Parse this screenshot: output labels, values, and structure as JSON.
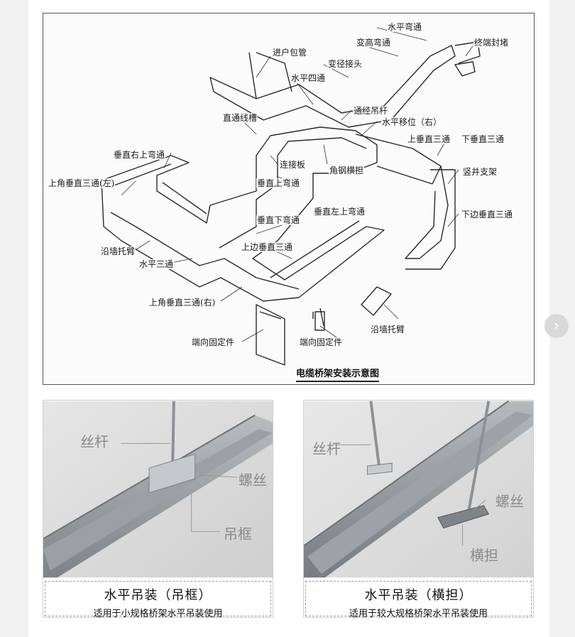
{
  "diagram": {
    "caption": "电缆桥架安装示意图",
    "labels": {
      "shuiping_wantong": "水平弯通",
      "biangao_wantong": "变高弯通",
      "zhongduan_fengdu": "终端封堵",
      "jinhu_baoguan": "进户包管",
      "bianjing_jietou": "变径接头",
      "shuiping_sitong": "水平四通",
      "tongjing_diaogan": "通经吊杆",
      "shuiping_yiwei": "水平移位（右）",
      "zhitong_xiancao": "直通线槽",
      "shangchuizhi_santong": "上垂直三通",
      "xiachuizhi_santong": "下垂直三通",
      "chuizhi_you_shangwantong": "垂直右上弯通",
      "lianjieban": "连接板",
      "jiaogang_hengdan": "角钢横担",
      "shujing_zhijia": "竖井支架",
      "shangjiao_zuo": "上角垂直三通(左)",
      "chuizhi_shangwantong": "垂直上弯通",
      "xiabian_chuizhi_santong": "下边垂直三通",
      "chuizhi_zuo_shangwantong": "垂直左上弯通",
      "chuizhi_xiawantong": "垂直下弯通",
      "yanqiang_tuobi_1": "沿墙托臂",
      "shangbian_chuizhi_santong": "上边垂直三通",
      "shuiping_santong": "水平三通",
      "shangjiao_you": "上角垂直三通(右)",
      "duanxiang_guding_1": "端向固定件",
      "duanxiang_guding_2": "端向固定件",
      "yanqiang_tuobi_2": "沿墙托臂"
    }
  },
  "photos": [
    {
      "labels": {
        "rod": "丝杆",
        "screw": "螺丝",
        "frame": "吊框"
      },
      "title": "水平吊装（吊框）",
      "subtitle": "适用于小规格桥架水平吊装使用"
    },
    {
      "labels": {
        "rod": "丝杆",
        "screw": "螺丝",
        "bar": "横担"
      },
      "title": "水平吊装（横担）",
      "subtitle": "适用于较大规格桥架水平吊装使用"
    }
  ],
  "nav": {
    "next_glyph": "›"
  },
  "colors": {
    "tray": "#9aa0a6",
    "tray_dark": "#6b7177",
    "line": "#222222"
  }
}
